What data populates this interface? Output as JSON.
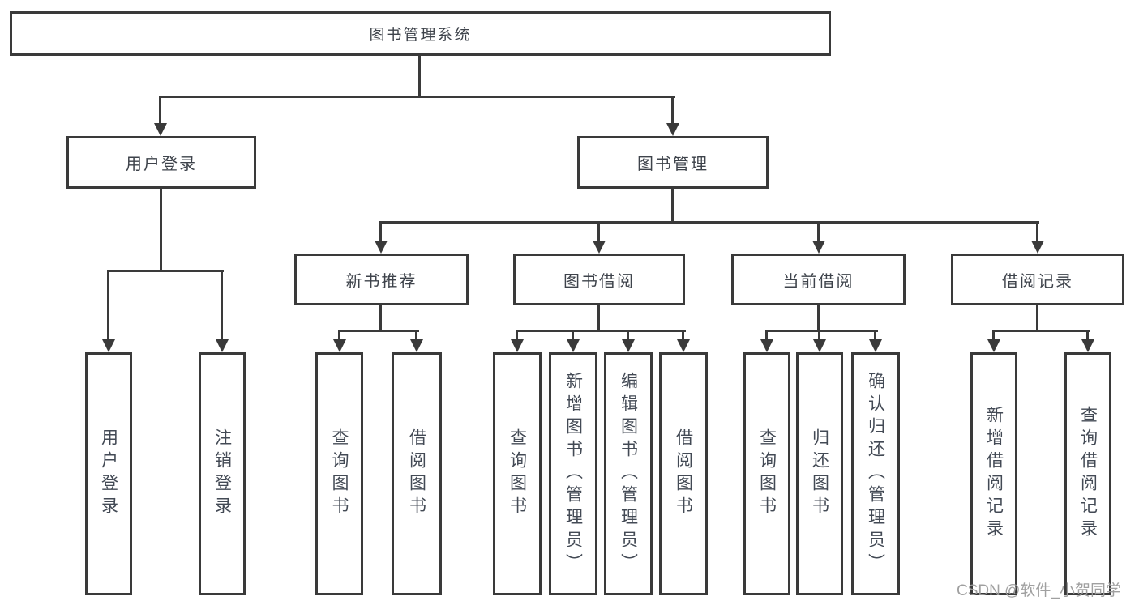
{
  "colors": {
    "line": "#3a3a3a",
    "box_background": "#ffffff",
    "text": "#3e434b",
    "watermark": "#9b9b9b"
  },
  "watermark": "CSDN @软件_小贺同学",
  "tree": {
    "root": "图书管理系统",
    "children": [
      {
        "label": "用户登录",
        "children": [
          {
            "label": "用户登录"
          },
          {
            "label": "注销登录"
          }
        ]
      },
      {
        "label": "图书管理",
        "children": [
          {
            "label": "新书推荐",
            "children": [
              {
                "label": "查询图书"
              },
              {
                "label": "借阅图书"
              }
            ]
          },
          {
            "label": "图书借阅",
            "children": [
              {
                "label": "查询图书"
              },
              {
                "label": "新增图书（管理员）"
              },
              {
                "label": "编辑图书（管理员）"
              },
              {
                "label": "借阅图书"
              }
            ]
          },
          {
            "label": "当前借阅",
            "children": [
              {
                "label": "查询图书"
              },
              {
                "label": "归还图书"
              },
              {
                "label": "确认归还（管理员）"
              }
            ]
          },
          {
            "label": "借阅记录",
            "children": [
              {
                "label": "新增借阅记录"
              },
              {
                "label": "查询借阅记录"
              }
            ]
          }
        ]
      }
    ]
  }
}
